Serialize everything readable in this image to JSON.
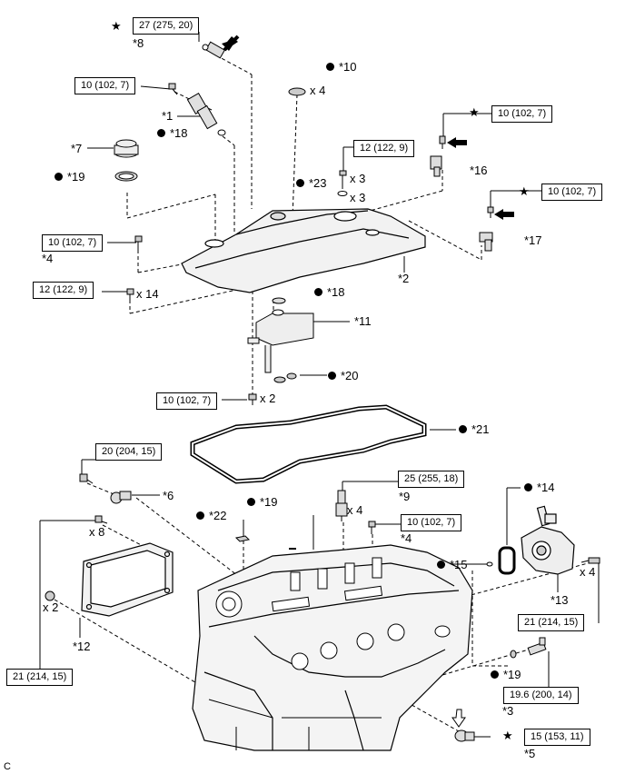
{
  "figure_code": "C",
  "torque_specs": {
    "t8": "27 (275, 20)",
    "t_top_left": "10 (102, 7)",
    "t16": "10 (102, 7)",
    "t23": "12 (122, 9)",
    "t17": "10 (102, 7)",
    "t4_left": "10 (102, 7)",
    "t14_left": "12 (122, 9)",
    "t2bolts": "10 (102, 7)",
    "t6": "20 (204, 15)",
    "t9": "25 (255, 18)",
    "t4_mid": "10 (102, 7)",
    "t13": "21 (214, 15)",
    "t12": "21 (214, 15)",
    "t3": "19.6 (200, 14)",
    "t5": "15 (153, 11)"
  },
  "callouts": {
    "c8": "*8",
    "c10": "*10",
    "c1": "*1",
    "c18a": "*18",
    "c7": "*7",
    "c19a": "*19",
    "c16": "*16",
    "c23": "*23",
    "c17": "*17",
    "c4a": "*4",
    "c2": "*2",
    "c18b": "*18",
    "c11": "*11",
    "c20": "*20",
    "c21": "*21",
    "c6": "*6",
    "c22": "*22",
    "c19b": "*19",
    "c9": "*9",
    "c14": "*14",
    "c4b": "*4",
    "c15": "*15",
    "c13": "*13",
    "c12": "*12",
    "c19c": "*19",
    "c3": "*3",
    "c5": "*5"
  },
  "quantities": {
    "q10": "x 4",
    "q23a": "x 3",
    "q23b": "x 3",
    "q14": "x 14",
    "q2": "x 2",
    "q9": "x 4",
    "q6": "x 8",
    "q12": "x 2",
    "q13": "x 4"
  },
  "symbols": {
    "star": "★"
  }
}
